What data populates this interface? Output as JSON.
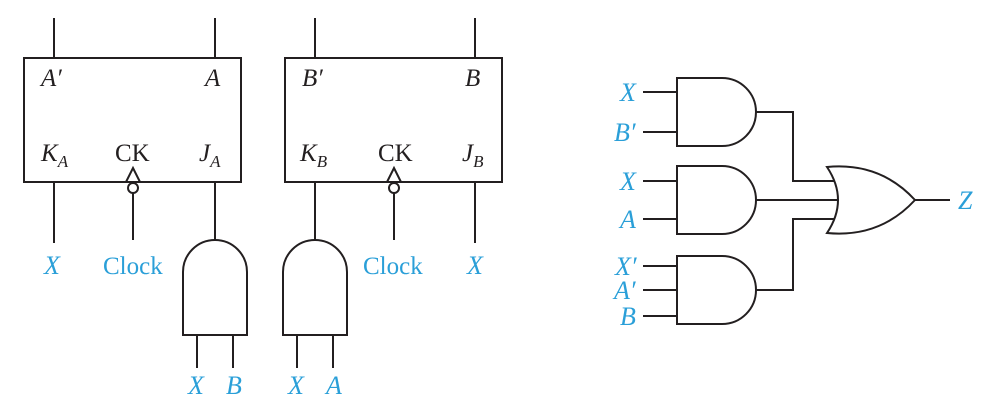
{
  "colors": {
    "wire": "#231f20",
    "signal": "#2a9fd8"
  },
  "flipflop_a": {
    "out_bar": "A′",
    "out": "A",
    "k_main": "K",
    "k_sub": "A",
    "ck": "CK",
    "j_main": "J",
    "j_sub": "A",
    "input_k": "X",
    "clock": "Clock"
  },
  "flipflop_b": {
    "out_bar": "B′",
    "out": "B",
    "k_main": "K",
    "k_sub": "B",
    "ck": "CK",
    "j_main": "J",
    "j_sub": "B",
    "input_j": "X",
    "clock": "Clock"
  },
  "and_ja": {
    "in1": "X",
    "in2": "B"
  },
  "and_kb": {
    "in1": "X",
    "in2": "A"
  },
  "output_logic": {
    "and1": {
      "in1": "X",
      "in2": "B′"
    },
    "and2": {
      "in1": "X",
      "in2": "A"
    },
    "and3": {
      "in1": "X′",
      "in2": "A′",
      "in3": "B"
    },
    "output": "Z"
  }
}
